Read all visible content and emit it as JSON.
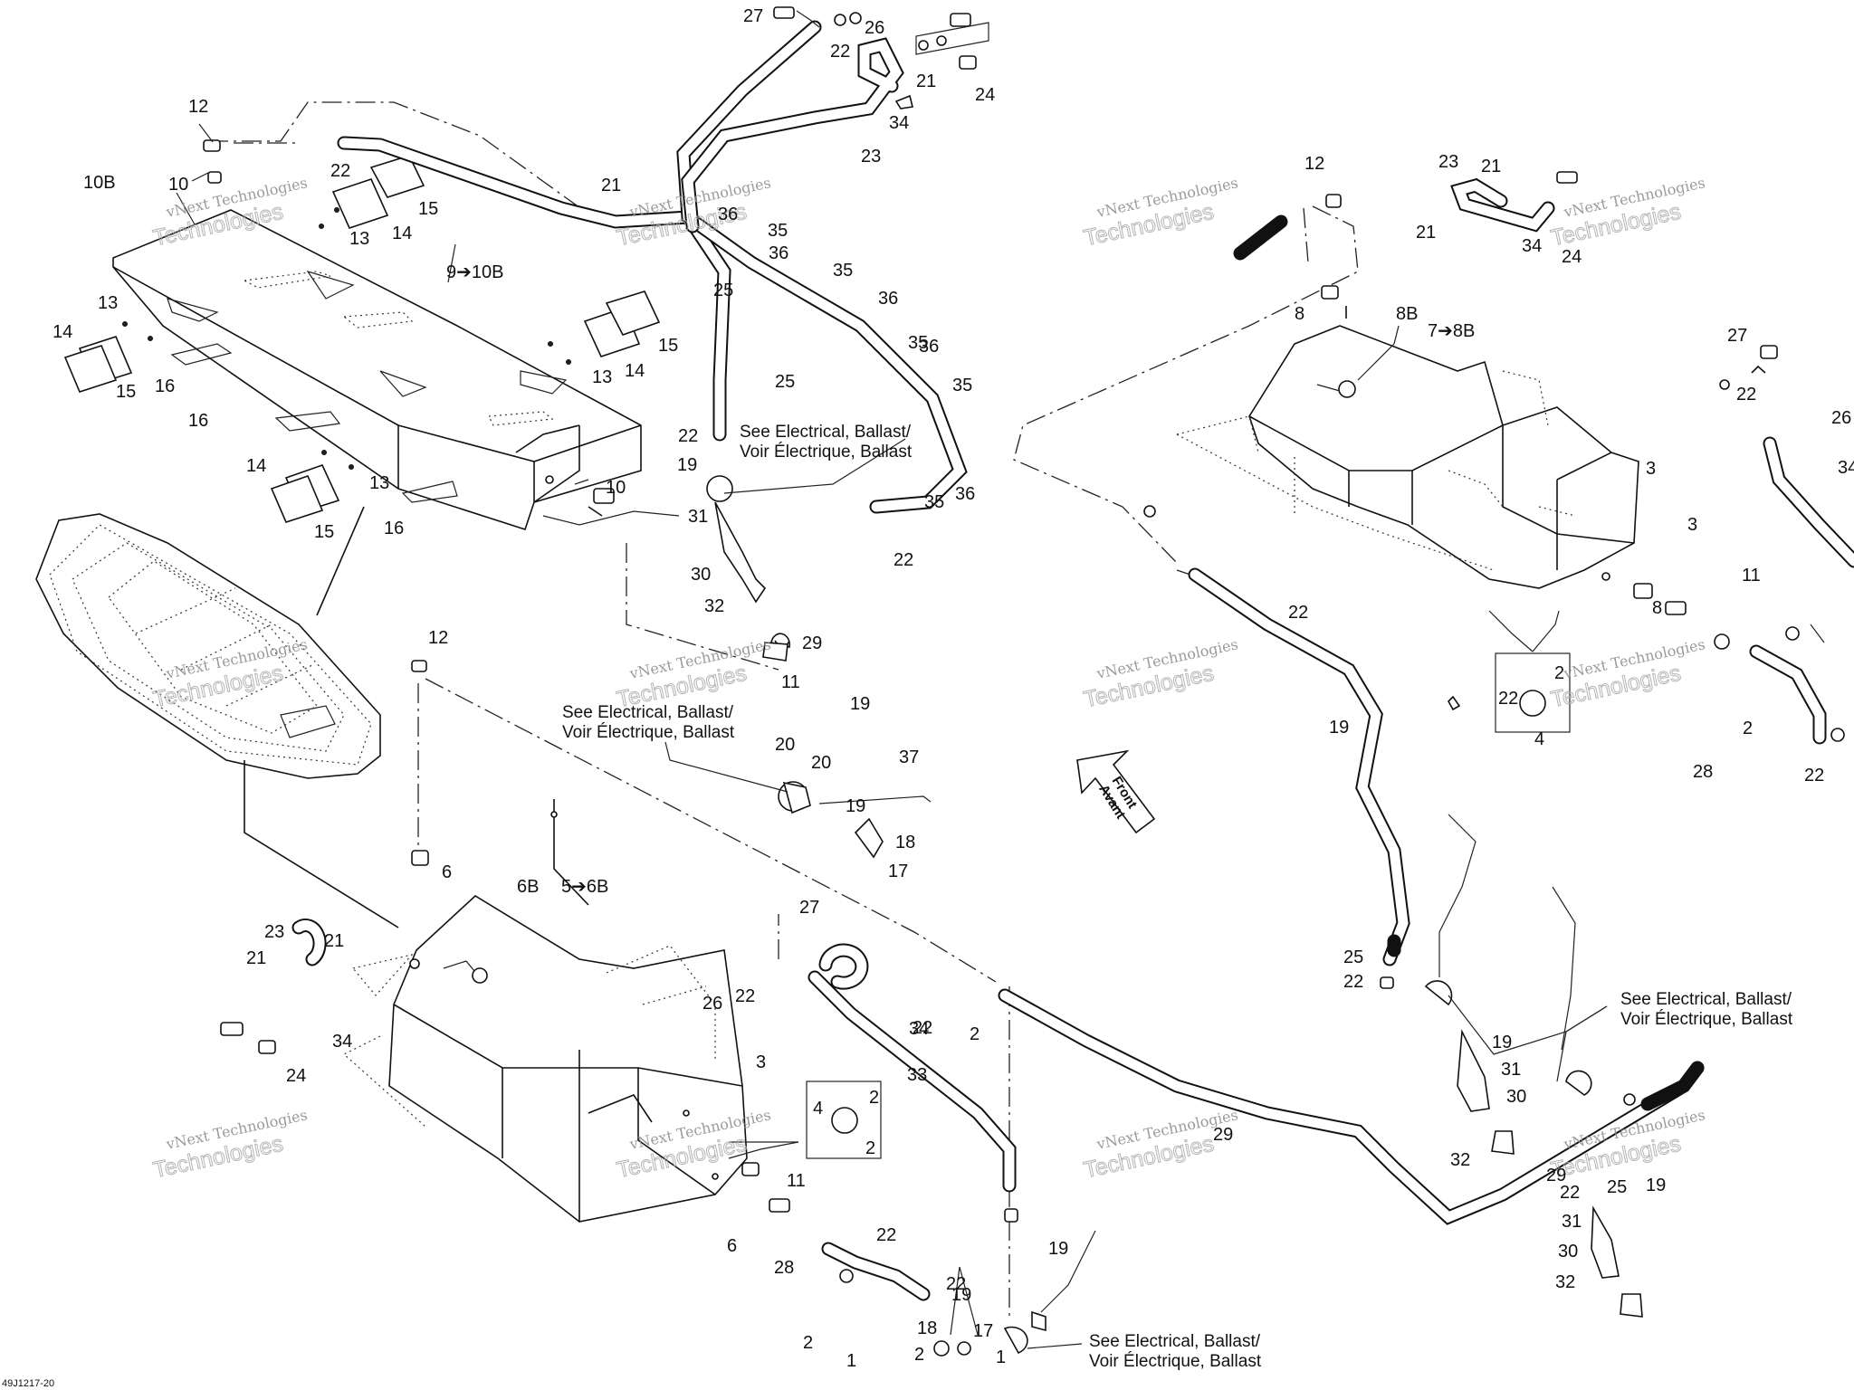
{
  "diagram": {
    "watermark": {
      "line1": "vNext Technologies",
      "line2": "Technologies"
    },
    "front_arrow": {
      "line1": "Front",
      "line2": "Avant"
    },
    "drawing_code": "49J1217-20",
    "notes": [
      {
        "line1": "See Electrical, Ballast/",
        "line2": "Voir Électrique, Ballast"
      },
      {
        "line1": "See Electrical, Ballast/",
        "line2": "Voir Électrique, Ballast"
      },
      {
        "line1": "See Electrical, Ballast/",
        "line2": "Voir Électrique, Ballast"
      },
      {
        "line1": "See Electrical, Ballast/",
        "line2": "Voir Électrique, Ballast"
      }
    ],
    "callouts": [
      "27",
      "26",
      "22",
      "21",
      "24",
      "34",
      "23",
      "12",
      "22",
      "10B",
      "10",
      "15",
      "14",
      "13",
      "21",
      "36",
      "35",
      "36",
      "35",
      "9➔10B",
      "25",
      "13",
      "14",
      "15",
      "16",
      "13",
      "14",
      "15",
      "36",
      "35",
      "36",
      "35",
      "25",
      "16",
      "22",
      "19",
      "14",
      "13",
      "15",
      "16",
      "10",
      "36",
      "35",
      "22",
      "31",
      "30",
      "32",
      "29",
      "12",
      "11",
      "19",
      "20",
      "20",
      "37",
      "19",
      "18",
      "17",
      "6",
      "6B",
      "5➔6B",
      "27",
      "23",
      "21",
      "21",
      "34",
      "24",
      "26",
      "22",
      "34",
      "3",
      "33",
      "22",
      "2",
      "4",
      "2",
      "2",
      "11",
      "6",
      "22",
      "28",
      "22",
      "18",
      "19",
      "17",
      "1",
      "2",
      "1",
      "2",
      "19",
      "12",
      "23",
      "21",
      "21",
      "34",
      "24",
      "8",
      "8B",
      "7➔8B",
      "27",
      "22",
      "26",
      "34",
      "3",
      "3",
      "22",
      "11",
      "8",
      "22",
      "2",
      "4",
      "2",
      "28",
      "22",
      "19",
      "25",
      "22",
      "19",
      "31",
      "30",
      "32",
      "29",
      "25",
      "19",
      "22",
      "31",
      "30",
      "32",
      "29"
    ]
  }
}
